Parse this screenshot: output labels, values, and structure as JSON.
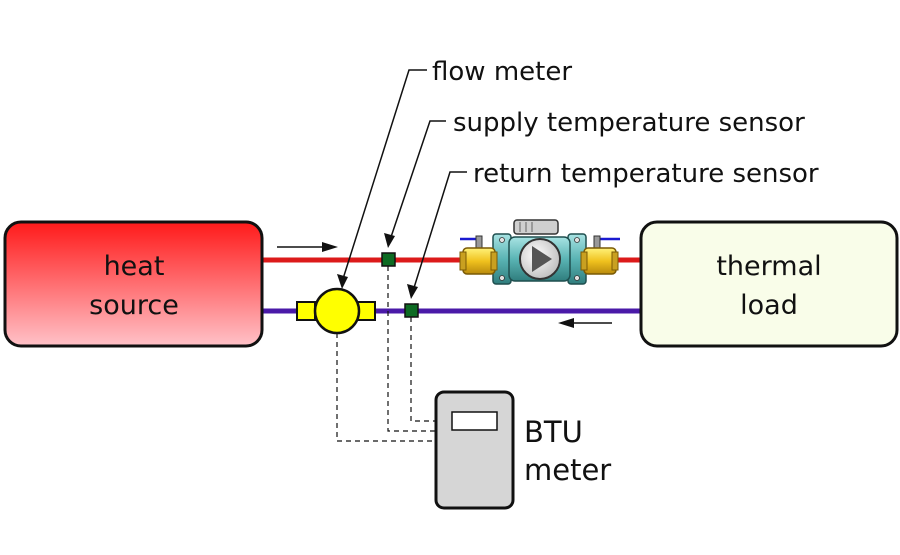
{
  "heat_source": {
    "line1": "heat",
    "line2": "source"
  },
  "thermal_load": {
    "line1": "thermal",
    "line2": "load"
  },
  "labels": {
    "flow_meter": "flow meter",
    "supply_sensor": "supply temperature sensor",
    "return_sensor": "return temperature sensor"
  },
  "btu_meter": {
    "line1": "BTU",
    "line2": "meter"
  },
  "colors": {
    "supply_pipe": "#dc1a1a",
    "return_pipe": "#4a1aa8",
    "sensor": "#0d6b23",
    "flow_meter": "#ffff00",
    "heat_source_top": "#ff1a1a",
    "heat_source_bottom": "#ffc2c8",
    "thermal_load_fill": "#f9fde9",
    "btu_meter_fill": "#d6d6d6",
    "pump_body": "#5ab4b4",
    "valve_brass": "#f0c21e"
  },
  "icons": {
    "flow_arrows": "arrow-right-icon / arrow-left-icon",
    "pump": "circulator-pump-icon",
    "valves": "ball-valve-icon"
  }
}
